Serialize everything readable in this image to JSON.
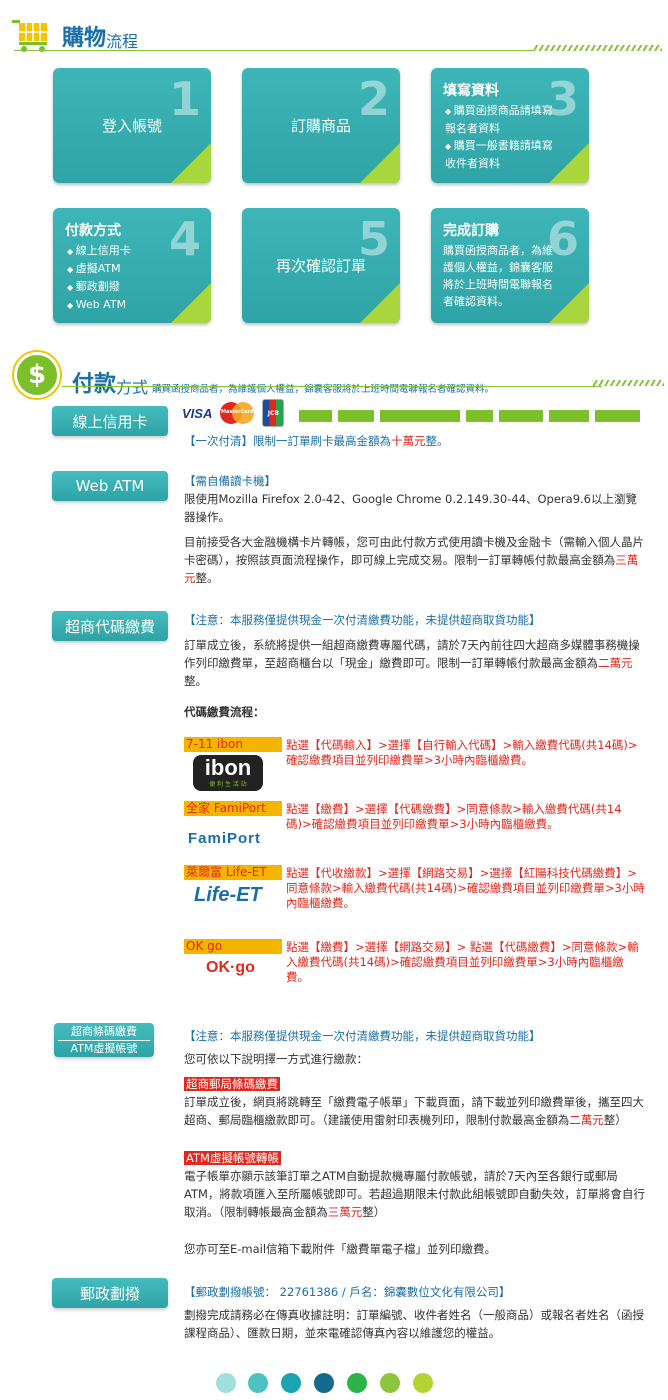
{
  "section1": {
    "title_big": "購物",
    "title_small": "流程"
  },
  "steps": [
    {
      "num": "1",
      "label": "登入帳號"
    },
    {
      "num": "2",
      "label": "訂購商品"
    },
    {
      "num": "3",
      "title": "填寫資料",
      "items": [
        "購買函授商品請填寫報名者資料",
        "購買一般書籍請填寫收件者資料"
      ]
    },
    {
      "num": "4",
      "title": "付款方式",
      "items": [
        "線上信用卡",
        "虛擬ATM",
        "郵政劃撥",
        "Web ATM"
      ]
    },
    {
      "num": "5",
      "label": "再次確認訂單"
    },
    {
      "num": "6",
      "title": "完成訂購",
      "desc": "購買函授商品者，為維護個人權益，錦囊客服將於上班時間電聯報名者確認資料。"
    }
  ],
  "section2": {
    "title_big": "付款",
    "title_small": "方式",
    "note": "購買函授商品者，為維護個人權益，錦囊客服將於上班時間電聯報名者確認資料。"
  },
  "credit": {
    "label": "線上信用卡",
    "logos": [
      "VISA",
      "MasterCard",
      "JCB"
    ],
    "text_a": "【一次付清】限制一訂單刷卡最高金額為",
    "text_red": "十萬元",
    "text_b": "整。"
  },
  "webatm": {
    "label": "Web ATM",
    "p1": "【需自備讀卡機】",
    "p2": "限使用Mozilla Firefox 2.0-42、Google Chrome  0.2.149.30-44、Opera9.6以上瀏覽器操作。",
    "p3a": "目前接受各大金融機構卡片轉帳，您可由此付款方式使用讀卡機及金融卡（需輸入個人晶片卡密碼），按照該頁面流程操作，即可線上完成交易。限制一訂單轉帳付款最高金額為",
    "p3red": "三萬元",
    "p3b": "整。"
  },
  "store": {
    "label": "超商代碼繳費",
    "notice": "【注意：本服務僅提供現金一次付清繳費功能，未提供超商取貨功能】",
    "p1a": "訂單成立後，系統將提供一組超商繳費專屬代碼，請於7天內前往四大超商多媒體事務機操作列印繳費單，至超商櫃台以「現金」繳費即可。限制一訂單轉帳付款最高金額為",
    "p1red": "二萬元",
    "p1b": "整。",
    "flow_title": "代碼繳費流程：",
    "stores": [
      {
        "tag": "7-11 ibon",
        "logo": "ibon",
        "logo_sub": "便 利 生 活 站",
        "text": "點選【代碼輸入】>選擇【自行輸入代碼】>輸入繳費代碼(共14碼)>確認繳費項目並列印繳費單>3小時內臨櫃繳費。"
      },
      {
        "tag": "全家 FamiPort",
        "logo": "FamiPort",
        "text": "點選【繳費】>選擇【代碼繳費】>同意條款>輸入繳費代碼(共14碼)>確認繳費項目並列印繳費單>3小時內臨櫃繳費。"
      },
      {
        "tag": "萊爾富 Life-ET",
        "logo": "Life-ET",
        "text": "點選【代收繳款】>選擇【網路交易】>選擇【紅陽科技代碼繳費】>同意條款>輸入繳費代碼(共14碼)>確認繳費項目並列印繳費單>3小時內臨櫃繳費。"
      },
      {
        "tag": "OK go",
        "logo": "OK·go",
        "text": "點選【繳費】>選擇【網路交易】> 點選【代碼繳費】>同意條款>輸入繳費代碼(共14碼)>確認繳費項目並列印繳費單>3小時內臨櫃繳費。"
      }
    ]
  },
  "barcode": {
    "label_line1": "超商條碼繳費",
    "label_line2": "ATM虛擬帳號",
    "notice": "【注意：本服務僅提供現金一次付清繳費功能，未提供超商取貨功能】",
    "intro": "您可依以下說明擇一方式進行繳款：",
    "h1": "超商郵局條碼繳費",
    "p1a": "訂單成立後，網頁將跳轉至「繳費電子帳單」下載頁面，請下載並列印繳費單後，攜至四大超商、郵局臨櫃繳款即可。（建議使用雷射印表機列印，限制付款最高金額為",
    "p1red": "二萬元",
    "p1b": "整）",
    "h2": "ATM虛擬帳號轉帳",
    "p2a": "電子帳單亦顯示該筆訂單之ATM自動提款機專屬付款帳號，請於7天內至各銀行或郵局ATM，將款項匯入至所屬帳號即可。若超過期限未付款此組帳號即自動失效，訂單將會自行取消。（限制轉帳最高金額為",
    "p2red": "三萬元",
    "p2b": "整）",
    "p3": "您亦可至E-mail信箱下載附件「繳費單電子檔」並列印繳費。"
  },
  "postal": {
    "label": "郵政劃撥",
    "p1": "【郵政劃撥帳號： 22761386 / 戶名：錦囊數位文化有限公司】",
    "p2": "劃撥完成請務必在傳真收據註明：訂單編號、收件者姓名（一般商品）或報名者姓名（函授課程商品）、匯款日期，並來電確認傳真內容以維護您的權益。"
  },
  "colors": {
    "teal": "#2fa4a6",
    "green": "#7bbf2a",
    "blue": "#1a6fa6",
    "red": "#e0281e",
    "orange": "#f5b400"
  },
  "dots": [
    "#9fe0de",
    "#4cc3c2",
    "#1aa3b0",
    "#136a8a",
    "#2db34a",
    "#8cc63f",
    "#b5d334"
  ]
}
